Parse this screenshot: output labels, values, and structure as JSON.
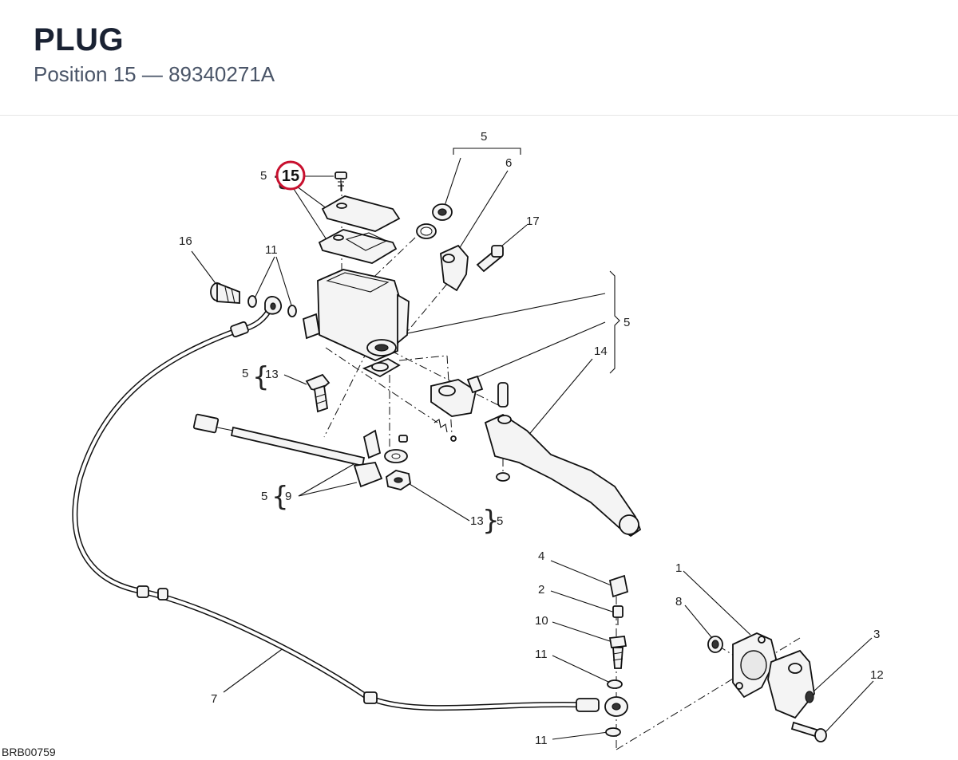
{
  "header": {
    "title": "PLUG",
    "subtitle": "Position 15 — 89340271A"
  },
  "highlight": {
    "position": "15",
    "color": "#c8102e"
  },
  "diagram": {
    "drawing_code": "BRB00759",
    "labels": {
      "l5_top_brace": "5",
      "l6": "6",
      "l17": "17",
      "l5_left_15": "5",
      "l16": "16",
      "l11_top": "11",
      "l5_right_brace": "5",
      "l14": "14",
      "l5_13_top": "5",
      "l13_top": "13",
      "l5_9": "5",
      "l9": "9",
      "l13_bottom": "13",
      "l5_13_bottom": "5",
      "l4": "4",
      "l2": "2",
      "l10": "10",
      "l11_mid": "11",
      "l11_bottom": "11",
      "l1": "1",
      "l8": "8",
      "l3": "3",
      "l12": "12",
      "l7": "7"
    }
  }
}
